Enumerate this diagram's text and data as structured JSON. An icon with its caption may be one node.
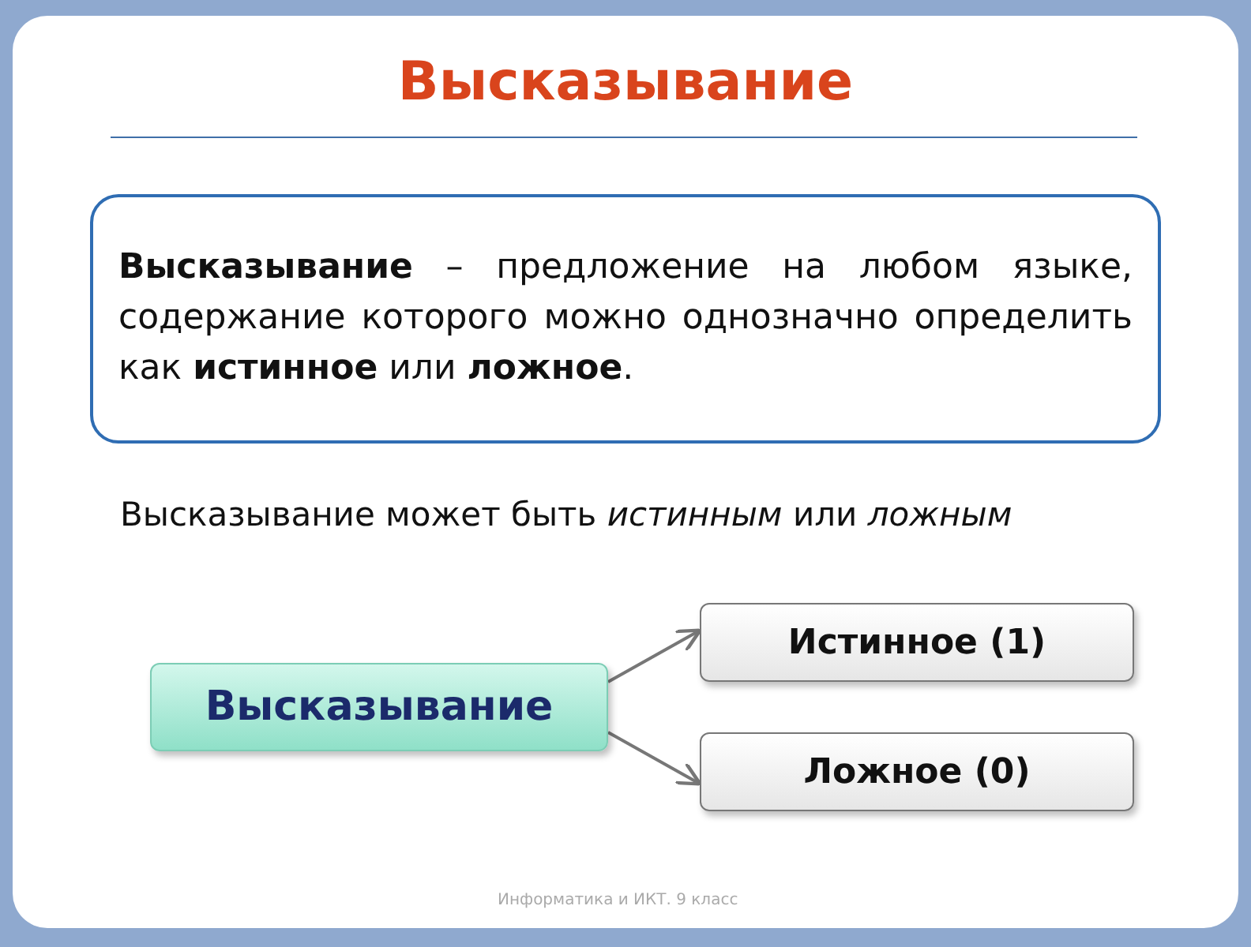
{
  "diagram": {
    "title": "Высказывание",
    "nodes": [
      {
        "text": [
          "**Высказывание** – предложение на любом языке, содержание которого можно однозначно определить как **истинное** или **ложное**."
        ]
      },
      {
        "text": [
          "Высказывание"
        ]
      },
      {
        "text": [
          "Истинное (1)"
        ]
      },
      {
        "text": [
          "Ложное (0)"
        ]
      }
    ],
    "edges": [
      {
        "from": 1,
        "to": 2,
        "arrow": "to"
      },
      {
        "from": 1,
        "to": 3,
        "arrow": "to"
      }
    ],
    "labels": [
      "Высказывание может быть *истинным* или *ложным*",
      "Информатика и ИКТ. 9 класс"
    ]
  }
}
